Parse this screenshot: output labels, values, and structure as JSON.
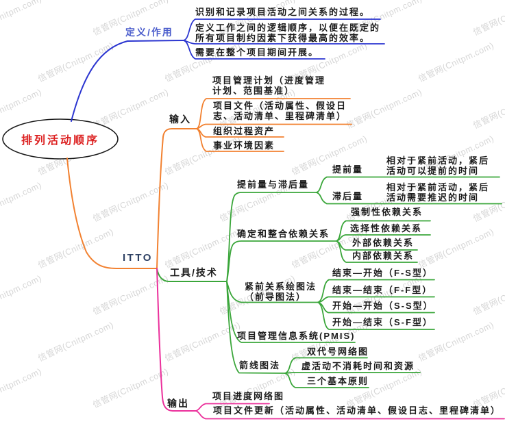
{
  "watermark": {
    "text": "信管网(Cnitpm.com)"
  },
  "root": {
    "label": "排列活动顺序"
  },
  "colors": {
    "definition_branch": "#2b35d0",
    "itto_branch": "#f28130",
    "tools_branch": "#3aa63a",
    "output_branch": "#eb2f9b",
    "root_text": "#dc2020",
    "definition_label_text": "#4a5ccc",
    "itto_label_text": "#2d4063",
    "node_text": "#1b1b1b",
    "watermark_text": "#d6d6d6"
  },
  "branches": {
    "definition": {
      "label": "定义/作用",
      "items": [
        "识别和记录项目活动之间关系的过程。",
        "定义工作之间的逻辑顺序，以便在既定的\n所有项目制约因素下获得最高的效率。",
        "需要在整个项目期间开展。"
      ]
    },
    "itto": {
      "label": "ITTO"
    },
    "input": {
      "label": "输入",
      "items": [
        "项目管理计划（进度管理\n计划、范围基准）",
        "项目文件（活动属性、假设日\n志、活动清单、里程碑清单）",
        "组织过程资产",
        "事业环境因素"
      ]
    },
    "tools": {
      "label": "工具/技术",
      "lead_lag": {
        "label": "提前量与滞后量",
        "lead": "提前量",
        "lead_desc": "相对于紧前活动，紧后\n活动可以提前的时间",
        "lag": "滞后量",
        "lag_desc": "相对于紧前活动，紧后\n活动需要推迟的时间"
      },
      "dependencies": {
        "label": "确定和整合依赖关系",
        "items": [
          "强制性依赖关系",
          "选择性依赖关系",
          "外部依赖关系",
          "内部依赖关系"
        ]
      },
      "pdm": {
        "label": "紧前关系绘图法\n（前导图法）",
        "items": [
          "结束—开始（F-S型）",
          "结束—结束（F-F型）",
          "开始—开始（S-S型）",
          "开始—结束（S-F型）"
        ]
      },
      "pmis": {
        "label": "项目管理信息系统(PMIS)"
      },
      "adm": {
        "label": "箭线图法",
        "items": [
          "双代号网络图",
          "虚活动不消耗时间和资源",
          "三个基本原则"
        ]
      }
    },
    "output": {
      "label": "输出",
      "items": [
        "项目进度网络图",
        "项目文件更新（活动属性、活动清单、假设日志、里程碑清单）"
      ]
    }
  }
}
